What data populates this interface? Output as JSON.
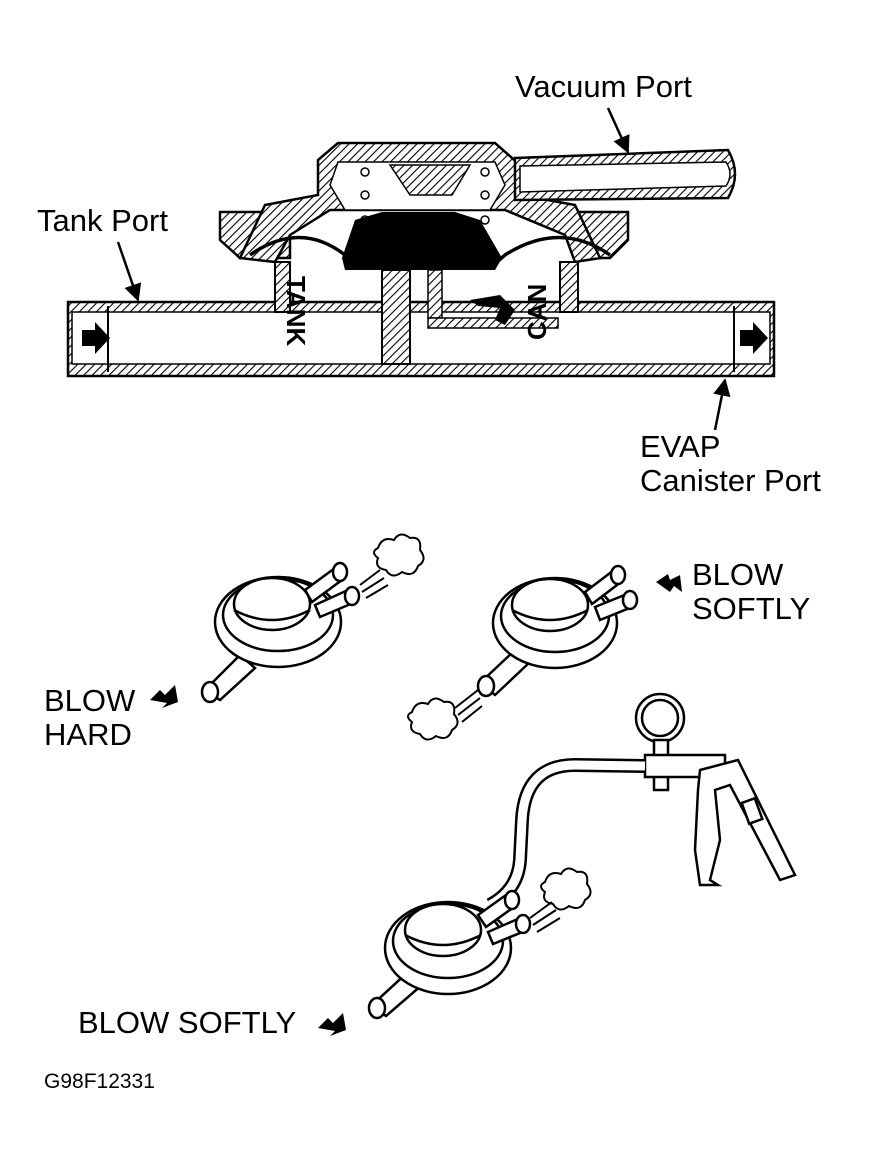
{
  "labels": {
    "vacuum_port": "Vacuum Port",
    "tank_port": "Tank Port",
    "evap_line1": "EVAP",
    "evap_line2": "Canister Port",
    "tank_marking": "TANK",
    "can_marking": "CAN",
    "blow_softly_top_line1": "BLOW",
    "blow_softly_top_line2": "SOFTLY",
    "blow_hard_line1": "BLOW",
    "blow_hard_line2": "HARD",
    "blow_softly_bottom": "BLOW SOFTLY",
    "figure_code": "G98F12331"
  },
  "colors": {
    "ink": "#000000",
    "paper": "#ffffff"
  }
}
